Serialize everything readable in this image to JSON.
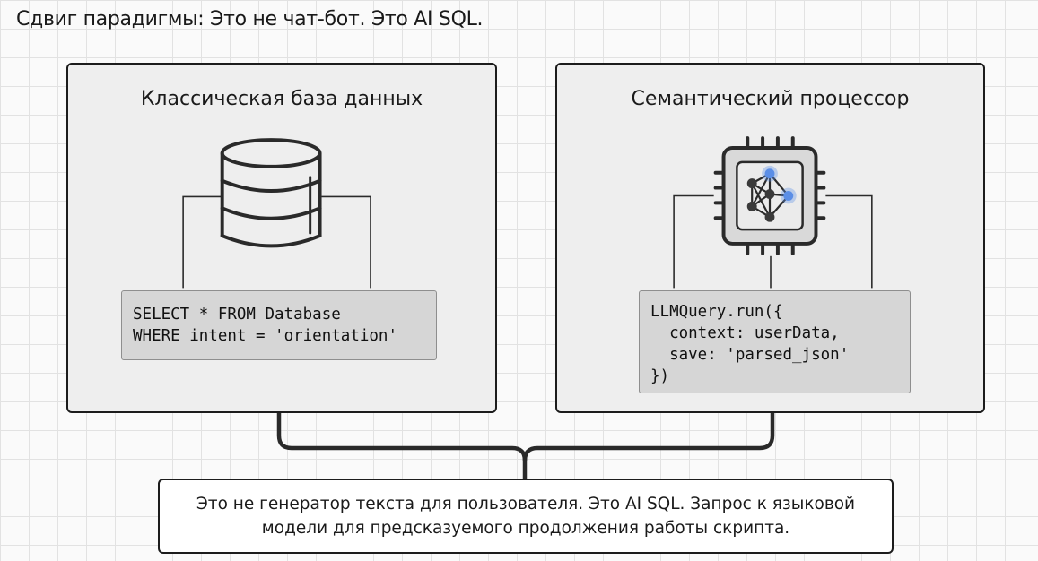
{
  "page": {
    "title": "Сдвиг парадигмы: Это не чат-бот. Это AI SQL."
  },
  "panels": {
    "classic": {
      "title": "Классическая база данных",
      "icon": "database-icon",
      "code": [
        "SELECT * FROM Database",
        "WHERE intent = 'orientation'"
      ]
    },
    "semantic": {
      "title": "Семантический процессор",
      "icon": "neural-chip-icon",
      "code": [
        "LLMQuery.run({",
        "  context: userData,",
        "  save: 'parsed_json'",
        "})"
      ]
    }
  },
  "summary": {
    "lines": [
      "Это не генератор текста для пользователя. Это AI SQL. Запрос к языковой",
      "модели для предсказуемого продолжения работы скрипта."
    ]
  },
  "colors": {
    "panel_bg": "#eeeeee",
    "code_bg": "#d6d6d6",
    "border": "#1c1c1c",
    "accent_node": "#5b8ee6"
  }
}
